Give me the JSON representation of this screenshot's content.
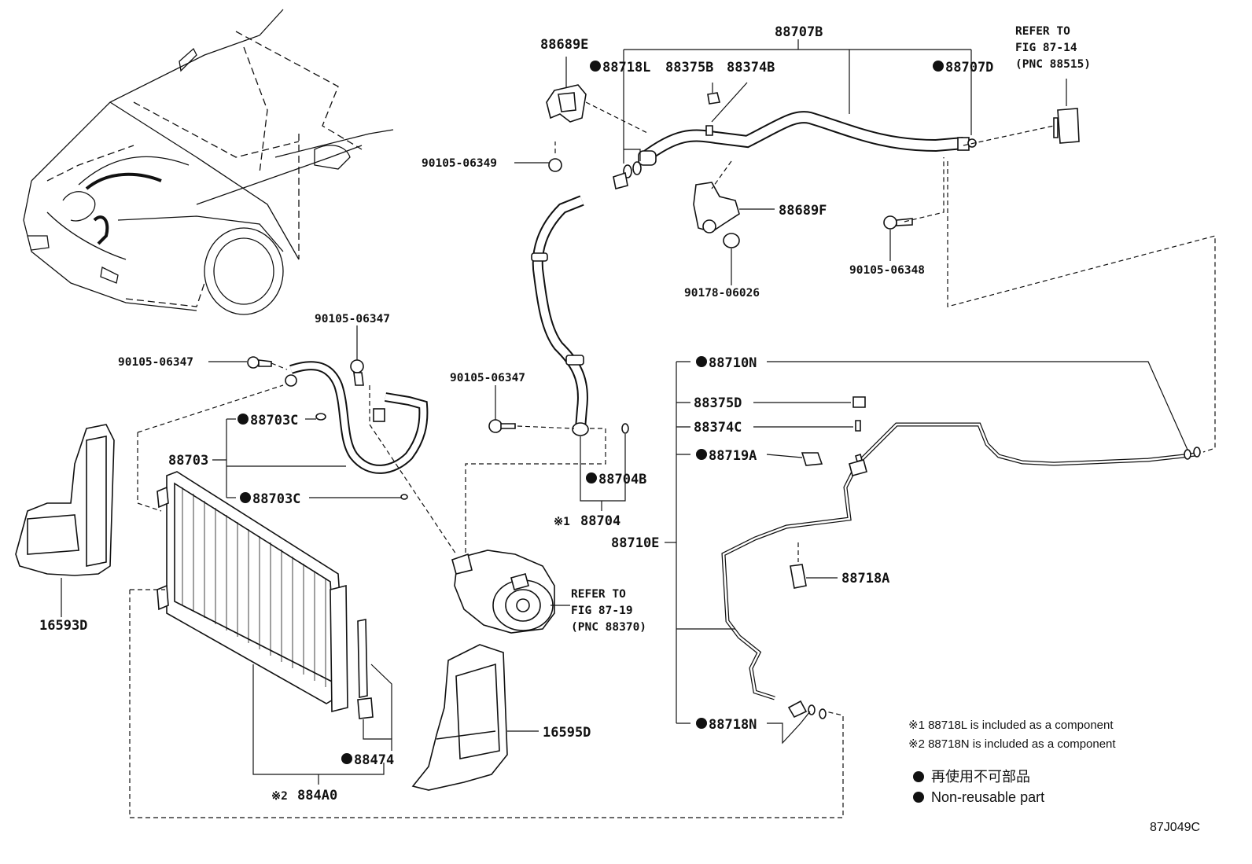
{
  "labels": {
    "p88707B": "88707B",
    "p88689E": "88689E",
    "p88718L": "88718L",
    "p88375B": "88375B",
    "p88374B": "88374B",
    "p88707D": "88707D",
    "p90105_06349": "90105-06349",
    "p88689F": "88689F",
    "p90105_06348": "90105-06348",
    "p90178_06026": "90178-06026",
    "p90105_06347_a": "90105-06347",
    "p90105_06347_b": "90105-06347",
    "p90105_06347_c": "90105-06347",
    "p88703C_a": "88703C",
    "p88703": "88703",
    "p88703C_b": "88703C",
    "p88704B": "88704B",
    "p88704_mark": "※1",
    "p88704": "88704",
    "p16593D": "16593D",
    "p16595D": "16595D",
    "p88474": "88474",
    "p884A0_mark": "※2",
    "p884A0": "884A0",
    "p88710N": "88710N",
    "p88375D": "88375D",
    "p88374C": "88374C",
    "p88719A": "88719A",
    "p88710E": "88710E",
    "p88718A": "88718A",
    "p88718N": "88718N"
  },
  "refer_top": {
    "line1": "REFER TO",
    "line2": "FIG 87-14",
    "line3": "(PNC 88515)"
  },
  "refer_mid": {
    "line1": "REFER TO",
    "line2": "FIG 87-19",
    "line3": "(PNC 88370)"
  },
  "notes": {
    "note1": "※1 88718L  is included as a component",
    "note2": "※2 88718N is included as a component"
  },
  "legend": {
    "jp": "再使用不可部品",
    "en": "Non-reusable part"
  },
  "figure_code": "87J049C",
  "icons": {
    "non_reusable_marker": "filled-circle-icon"
  }
}
